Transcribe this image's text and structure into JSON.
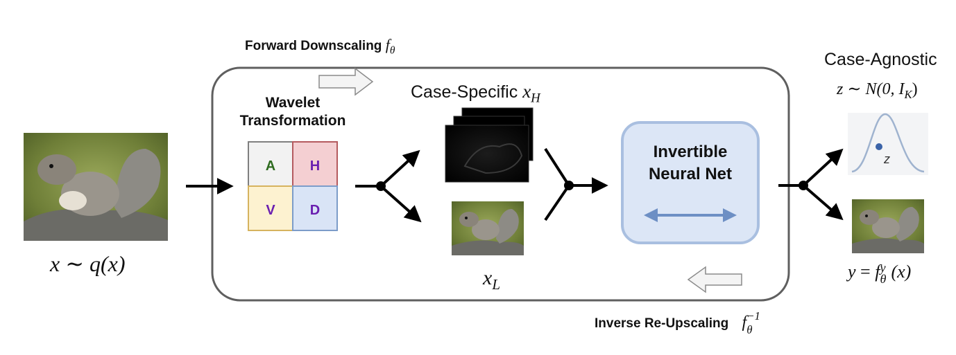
{
  "top_label": {
    "text": "Forward Downscaling",
    "symbol": "f",
    "symbol_sub": "θ"
  },
  "bottom_label": {
    "text": "Inverse Re-Upscaling",
    "symbol": "f",
    "symbol_sub": "θ",
    "symbol_sup": "−1"
  },
  "input": {
    "formula_lhs": "x",
    "formula_op": "∼",
    "formula_rhs": "q(x)"
  },
  "wavelet": {
    "title_line1": "Wavelet",
    "title_line2": "Transformation",
    "cells": [
      {
        "letter": "A",
        "fill": "#f2f2f2",
        "stroke": "#7f7f7f",
        "text_color": "#2e6b1f"
      },
      {
        "letter": "H",
        "fill": "#f4cfd2",
        "stroke": "#b45a5e",
        "text_color": "#6a1fb0"
      },
      {
        "letter": "V",
        "fill": "#fdf2d0",
        "stroke": "#d6b35e",
        "text_color": "#6a1fb0"
      },
      {
        "letter": "D",
        "fill": "#d9e4f6",
        "stroke": "#7c9cc9",
        "text_color": "#6a1fb0"
      }
    ]
  },
  "case_specific": {
    "label": "Case-Specific",
    "symbol": "x",
    "symbol_sub": "H"
  },
  "low_res": {
    "symbol": "x",
    "symbol_sub": "L"
  },
  "inn": {
    "line1": "Invertible",
    "line2": "Neural Net",
    "fill": "#dce6f6",
    "stroke": "#a9bfe0",
    "arrow_color": "#6d8fc4"
  },
  "case_agnostic": {
    "label": "Case-Agnostic",
    "formula": "z ∼ N(0, I",
    "formula_sub": "K",
    "formula_end": ")",
    "point_label": "z"
  },
  "output": {
    "lhs": "y",
    "op": "=",
    "f": "f",
    "sup": "y",
    "sub": "θ",
    "arg": "(x)"
  },
  "colors": {
    "box_stroke": "#5f5f5f",
    "arrow": "#000000",
    "hollow_arrow_fill": "#f4f4f4",
    "hollow_arrow_stroke": "#8a8a8a",
    "gaussian": "#9fb3cf",
    "point": "#3b63a8"
  }
}
